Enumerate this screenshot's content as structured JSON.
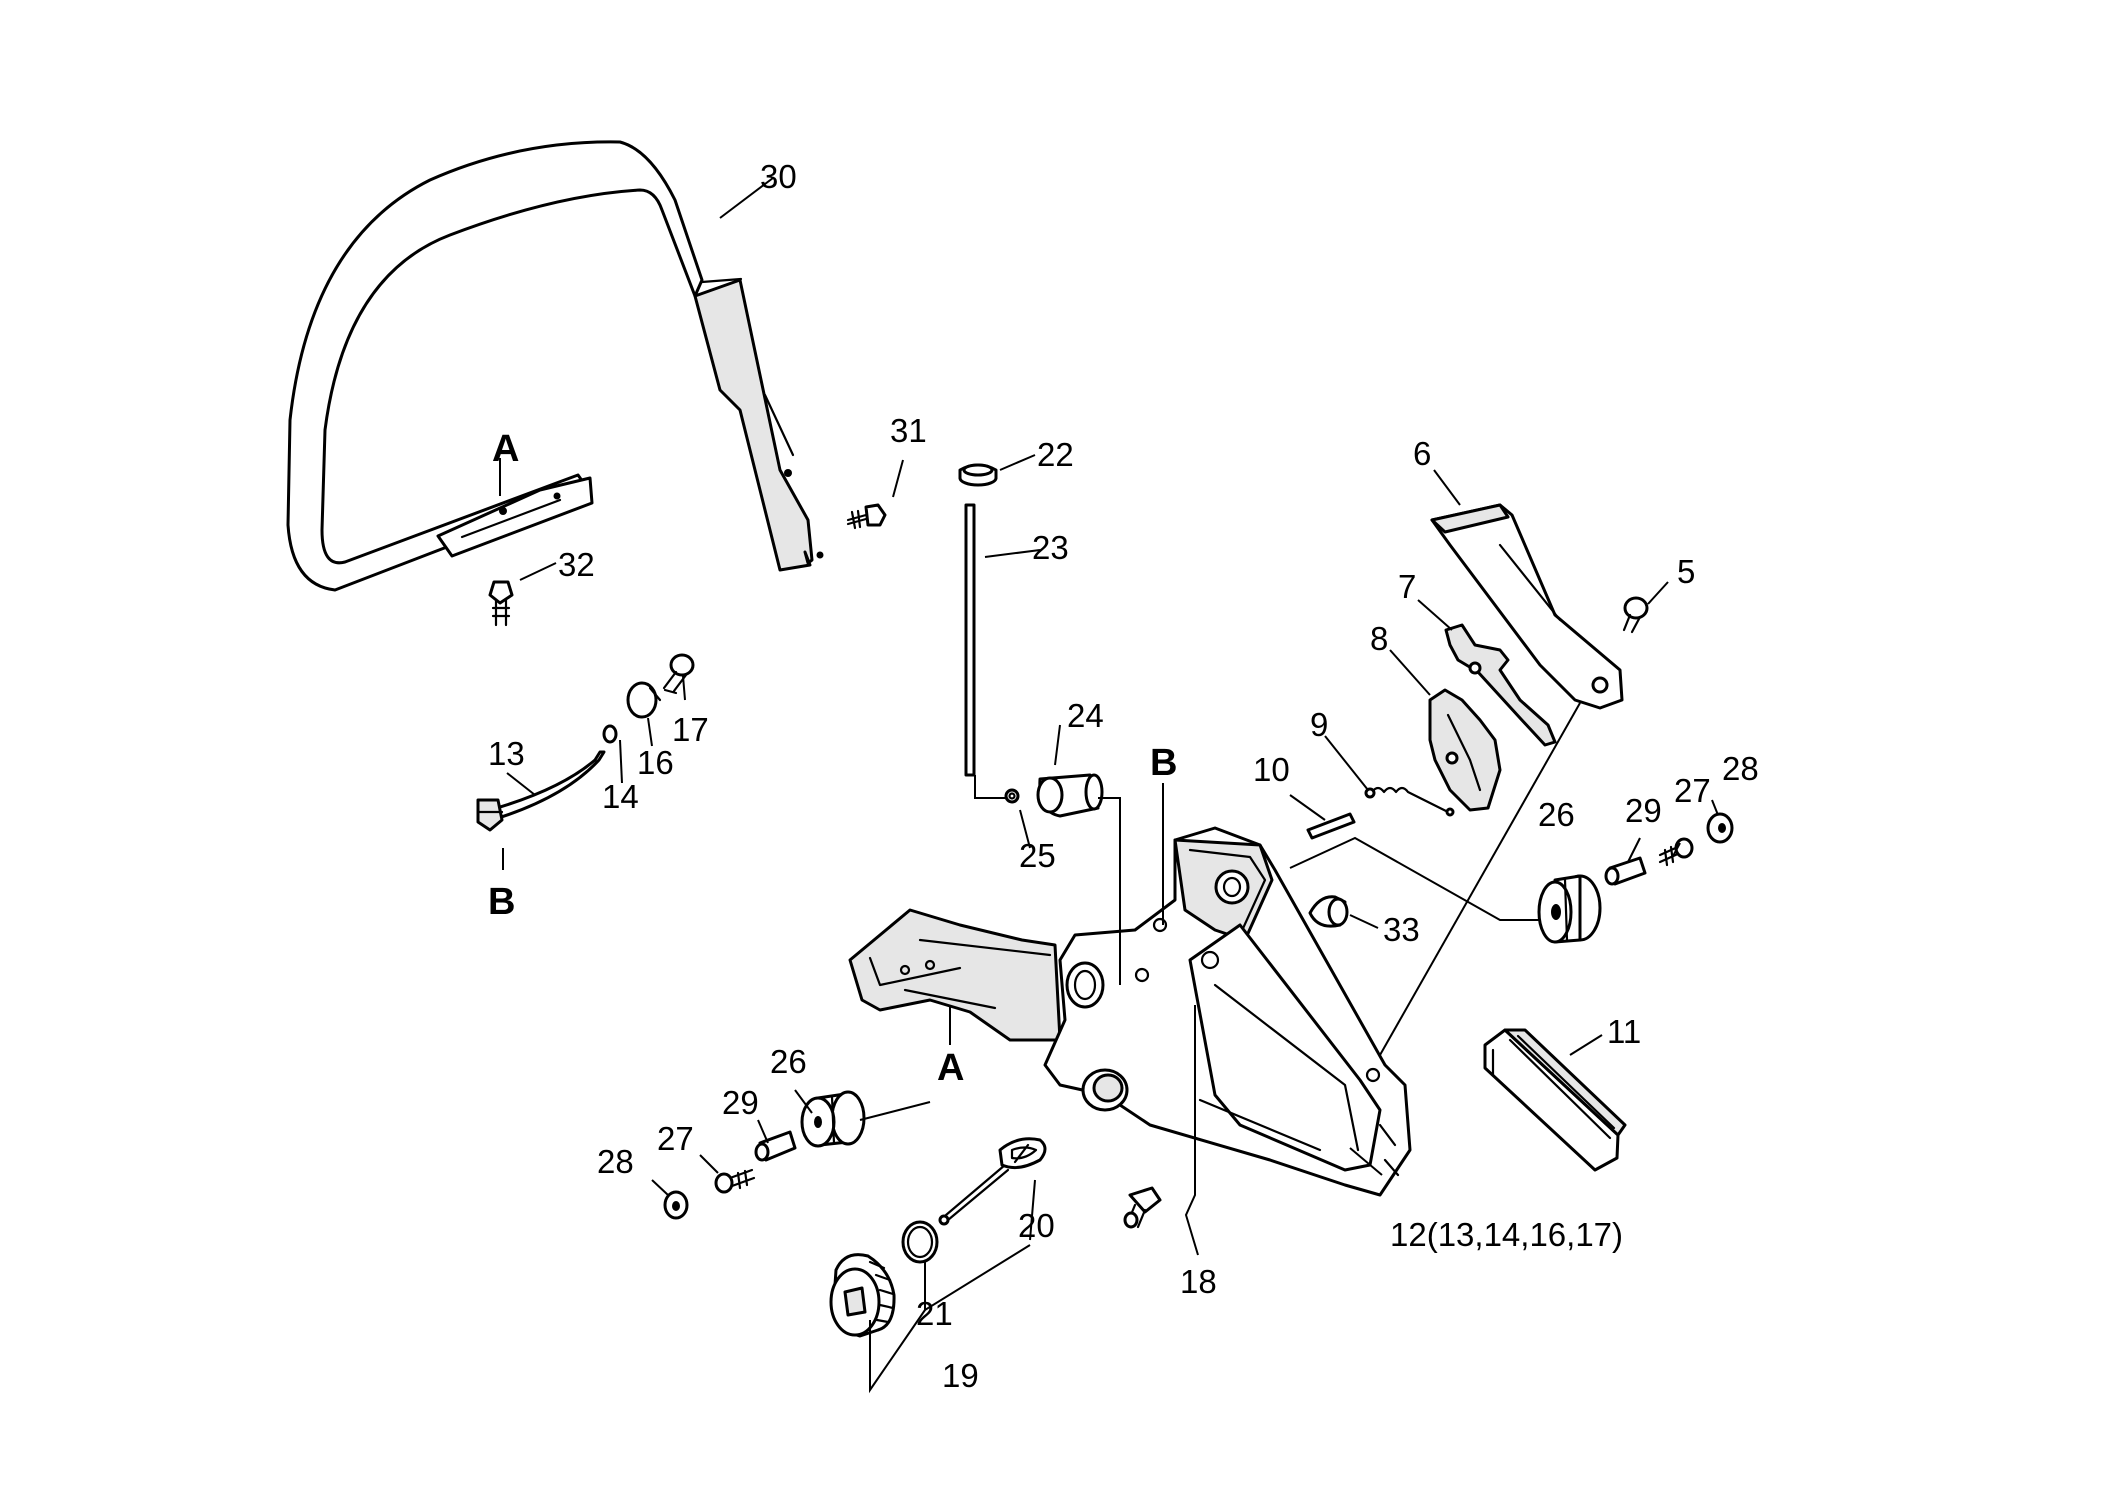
{
  "diagram": {
    "labels": {
      "p5": "5",
      "p6": "6",
      "p7": "7",
      "p8": "8",
      "p9": "9",
      "p10": "10",
      "p11": "11",
      "p12": "12(13,14,16,17)",
      "p13": "13",
      "p14": "14",
      "p16": "16",
      "p17": "17",
      "p18": "18",
      "p19": "19",
      "p20": "20",
      "p21": "21",
      "p22": "22",
      "p23": "23",
      "p24": "24",
      "p25": "25",
      "p26a": "26",
      "p26b": "26",
      "p27a": "27",
      "p27b": "27",
      "p28a": "28",
      "p28b": "28",
      "p29a": "29",
      "p29b": "29",
      "p30": "30",
      "p31": "31",
      "p32": "32",
      "p33": "33"
    },
    "refs": {
      "a_top": "A",
      "a_bottom": "A",
      "b_top": "B",
      "b_bottom": "B"
    }
  }
}
